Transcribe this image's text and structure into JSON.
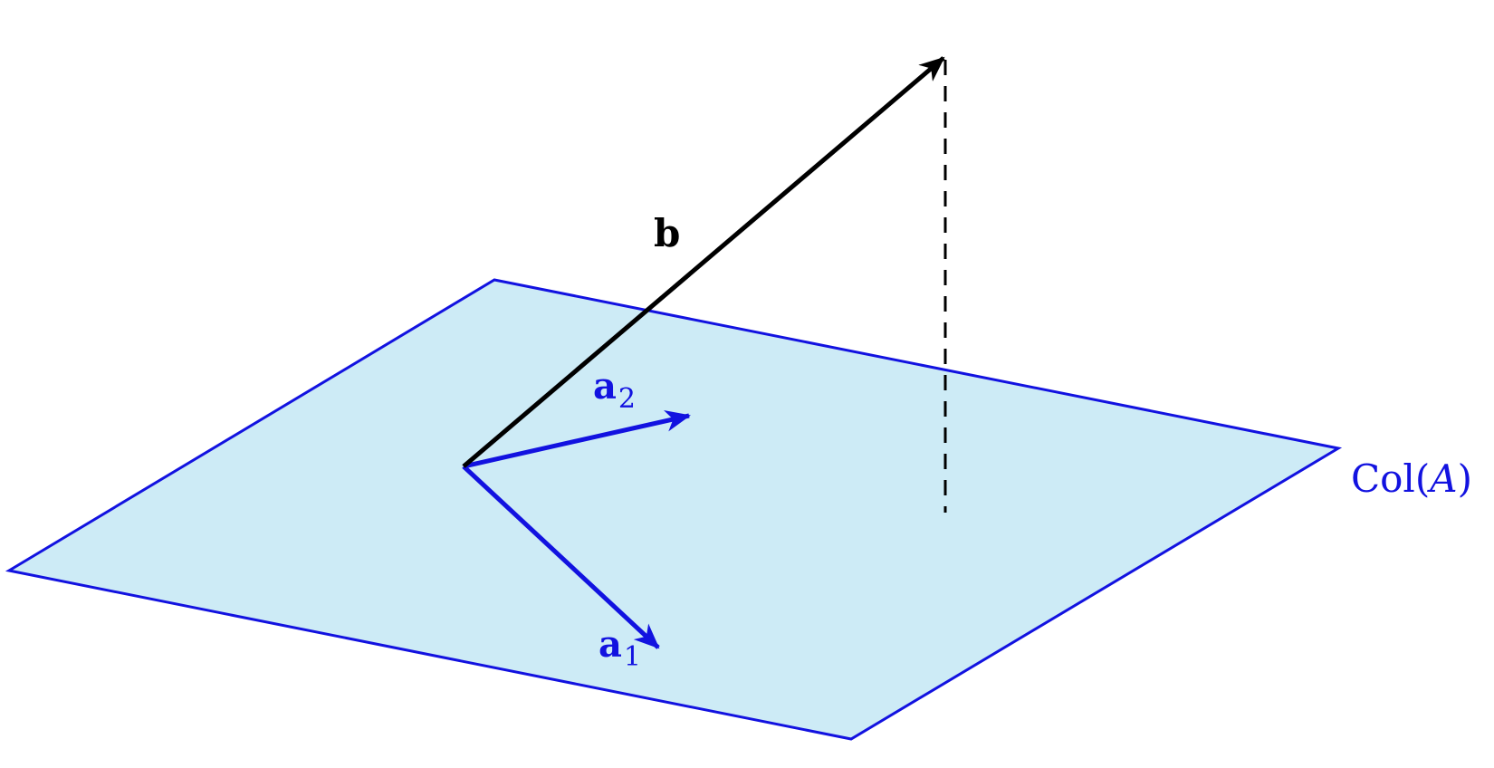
{
  "labels": {
    "vector_b": "b",
    "vector_a1": {
      "base": "a",
      "subscript": "1"
    },
    "vector_a2": {
      "base": "a",
      "subscript": "2"
    },
    "plane": {
      "prefix": "Col(",
      "variable": "A",
      "suffix": ")"
    }
  },
  "colors": {
    "background": "#ffffff",
    "plane_fill": "#cdebf6",
    "plane_edge": "#1212e0",
    "basis_vectors": "#1212e0",
    "vector_b": "#000000",
    "projection_line": "#000000",
    "plane_label": "#1212e0"
  }
}
